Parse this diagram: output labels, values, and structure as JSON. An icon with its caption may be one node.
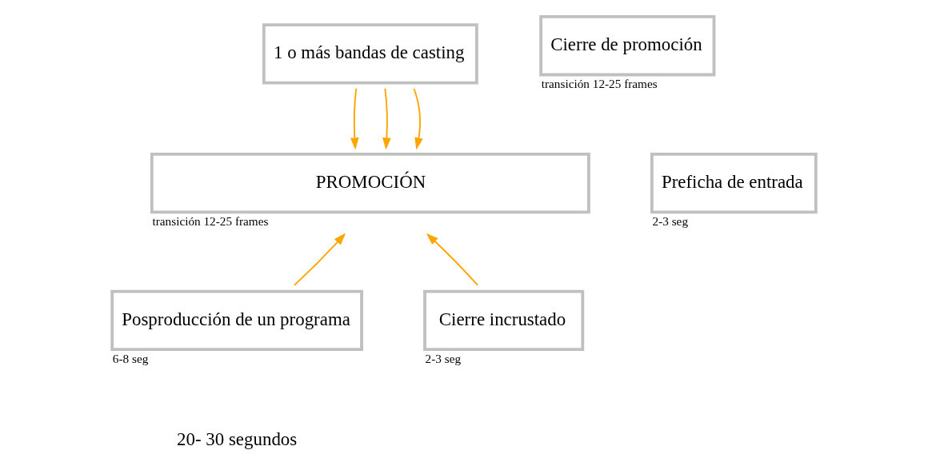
{
  "diagram": {
    "nodes": [
      {
        "text": [
          "1 o más bandas de casting"
        ]
      },
      {
        "text": [
          "Cierre de promoción"
        ],
        "beside": [
          "transición 12-25 frames"
        ]
      },
      {
        "text": [
          "Preficha de entrada"
        ],
        "beside": [
          "2-3 seg"
        ]
      },
      {
        "text": [
          "PROMOCIÓN"
        ],
        "beside": [
          "transición 12-25 frames"
        ]
      },
      {
        "text": [
          "Posproducción de un programa"
        ],
        "beside": [
          "6-8 seg"
        ]
      },
      {
        "text": [
          "Cierre incrustado"
        ],
        "beside": [
          "2-3 seg"
        ]
      }
    ],
    "edges": [
      {
        "from": 0,
        "to": 3,
        "arrow": "to"
      },
      {
        "from": 0,
        "to": 3,
        "arrow": "to"
      },
      {
        "from": 0,
        "to": 3,
        "arrow": "to"
      },
      {
        "from": 4,
        "to": 3,
        "arrow": "to"
      },
      {
        "from": 5,
        "to": 3,
        "arrow": "to"
      }
    ],
    "labels": [
      "20- 30 segundos"
    ]
  }
}
